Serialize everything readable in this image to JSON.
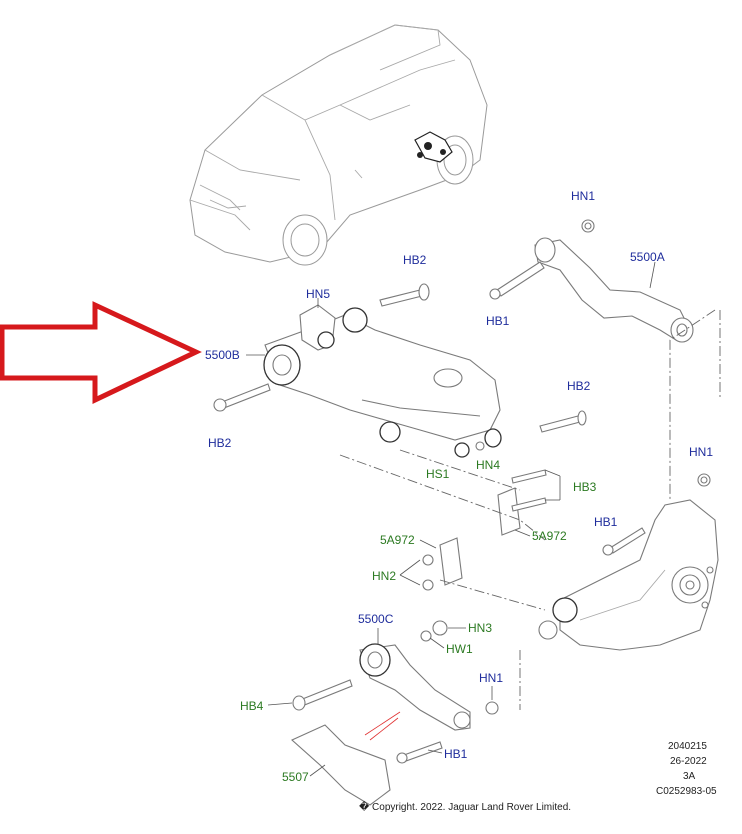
{
  "callouts": {
    "hn1_top": "HN1",
    "p5500a": "5500A",
    "hb2_top": "HB2",
    "hn5": "HN5",
    "hb1_top": "HB1",
    "p5500b": "5500B",
    "hb2_left": "HB2",
    "hb2_right": "HB2",
    "hs1": "HS1",
    "hn4": "HN4",
    "hn1_right": "HN1",
    "hb3": "HB3",
    "hb1_mid": "HB1",
    "p5a972_left": "5A972",
    "p5a972_right": "5A972",
    "hn2": "HN2",
    "p5500c": "5500C",
    "hn3": "HN3",
    "hw1": "HW1",
    "hn1_bottom": "HN1",
    "hb4": "HB4",
    "hb1_bottom": "HB1",
    "p5507": "5507"
  },
  "footer": {
    "code1": "2040215",
    "date": "26-2022",
    "rev": "3A",
    "ref": "C0252983-05",
    "copyright": "� Copyright. 2022. Jaguar Land Rover Limited."
  },
  "colors": {
    "blue_label": "#1f2d9c",
    "green_label": "#2c7a22",
    "arrow": "#d6191c"
  }
}
